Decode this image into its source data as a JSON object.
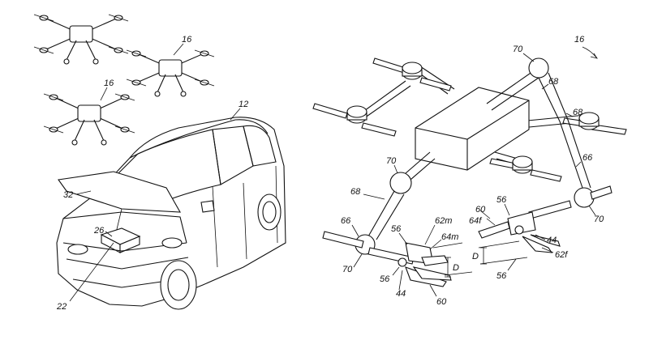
{
  "figure": {
    "left_panel": {
      "labels": {
        "drone_a": "16",
        "drone_b": "16",
        "vehicle": "12",
        "hood": "32",
        "bay": "26",
        "base": "22"
      }
    },
    "right_panel": {
      "labels": {
        "drone": "16",
        "hub_top": "70",
        "arm_top": "68",
        "arm_top_right": "68",
        "hub_left": "70",
        "arm_left": "68",
        "leg_right": "66",
        "hub_right_bottom": "70",
        "leg_left": "66",
        "hub_left_bottom": "70",
        "grip_left": "56",
        "motor_left": "62m",
        "finger_left": "64m",
        "joint_left_a": "56",
        "joint_left_b": "44",
        "claw_left": "60",
        "dist_left": "D",
        "grip_right": "56",
        "finger_right": "64f",
        "claw_right": "60",
        "hinge_right": "44",
        "dist_right": "D",
        "motor_right": "62f",
        "joint_right": "56"
      }
    }
  }
}
